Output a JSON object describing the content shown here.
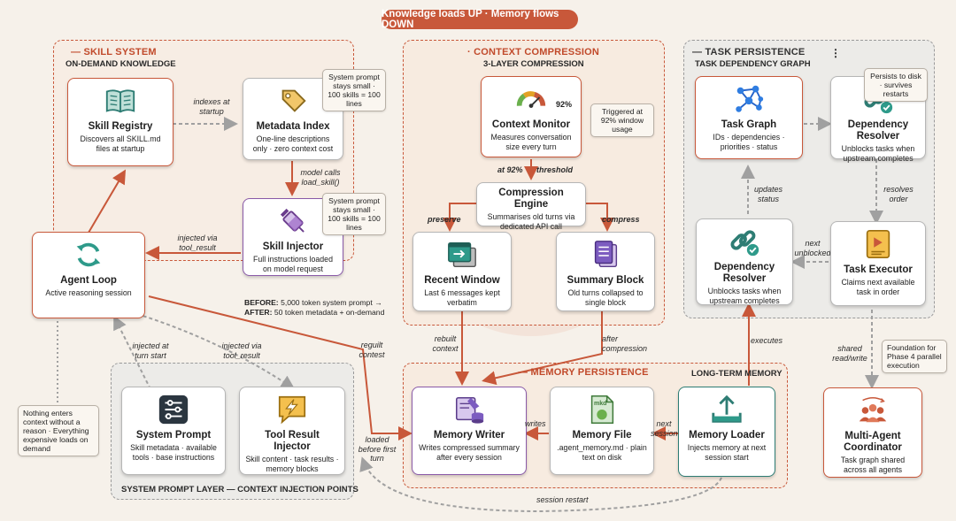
{
  "title": "Knowledge loads UP · Memory flows DOWN",
  "skill_system": {
    "title": "— SKILL SYSTEM",
    "subtitle": "ON-DEMAND KNOWLEDGE",
    "registry": {
      "title": "Skill Registry",
      "desc": "Discovers all SKILL.md files at startup"
    },
    "metadata": {
      "title": "Metadata Index",
      "desc": "One-line descriptions only · zero context cost"
    },
    "injector": {
      "title": "Skill Injector",
      "desc": "Full instructions loaded on model request"
    },
    "note1": "System prompt stays small · 100 skills = 100 lines",
    "note2": "System prompt stays small · 100 skills = 100 lines",
    "indexes_label": "indexes at startup",
    "model_calls_label": "model calls load_skill()",
    "injected_tool_result": "injected via tool_result"
  },
  "agent_loop": {
    "title": "Agent Loop",
    "desc": "Active reasoning session"
  },
  "before_after": {
    "before_label": "BEFORE:",
    "before_text": "5,000 token system prompt →",
    "after_label": "AFTER:",
    "after_text": "50 token metadata + on-demand"
  },
  "context_compression": {
    "title": "· CONTEXT COMPRESSION",
    "subtitle": "3-LAYER COMPRESSION",
    "monitor": {
      "title": "Context Monitor",
      "desc": "Measures conversation size every turn",
      "gauge": "92%"
    },
    "trigger_note": "Triggered at 92% window usage",
    "threshold_a": "at 92%",
    "threshold_b": "threshold",
    "engine": {
      "title": "Compression Engine",
      "desc": "Summarises old turns via dedicated API call"
    },
    "preserve_label": "preserve",
    "compress_label": "compress",
    "recent": {
      "title": "Recent Window",
      "desc": "Last 6 messages kept verbatim"
    },
    "summary": {
      "title": "Summary Block",
      "desc": "Old turns collapsed to single block"
    }
  },
  "task_persistence": {
    "title": "— TASK PERSISTENCE",
    "subtitle": "TASK DEPENDENCY GRAPH",
    "dots": "⋮",
    "graph": {
      "title": "Task Graph",
      "desc": "IDs · dependencies · priorities · status"
    },
    "resolver_top": {
      "title": "Dependency Resolver",
      "desc": "Unblocks tasks when upstream completes"
    },
    "resolver_mid": {
      "title": "Dependency Resolver",
      "desc": "Unblocks tasks when upstream completes"
    },
    "executor": {
      "title": "Task Executor",
      "desc": "Claims next available task in order"
    },
    "persist_note": "Persists to disk · survives restarts",
    "updates_label": "updates status",
    "resolves_label": "resolves order",
    "next_unblocked_label": "next unblocked"
  },
  "memory_persistence": {
    "title": "— MEMORY PERSISTENCE",
    "subtitle": "LONG-TERM MEMORY",
    "writer": {
      "title": "Memory Writer",
      "desc": "Writes compressed summary after every session"
    },
    "file": {
      "title": "Memory File",
      "desc": ".agent_memory.md · plain text on disk",
      "doc_tag": "mkd"
    },
    "loader": {
      "title": "Memory Loader",
      "desc": "Injects memory at next session start"
    },
    "writes_label": "writes",
    "next_session_label": "next session",
    "rebuilt_label": "rebuilt context",
    "after_compression_label": "after compression",
    "executes_label": "executes",
    "loaded_label": "loaded before first turn",
    "session_restart_label": "session restart"
  },
  "multi_agent": {
    "title": "Multi-Agent Coordinator",
    "desc": "Task graph shared across all agents",
    "foundation_note": "Foundation for Phase 4 parallel execution",
    "shared_label": "shared read/write"
  },
  "system_prompt_layer": {
    "title": "SYSTEM PROMPT LAYER — CONTEXT INJECTION POINTS",
    "system_prompt": {
      "title": "System Prompt",
      "desc": "Skill metadata · available tools · base instructions"
    },
    "tool_injector": {
      "title": "Tool Result Injector",
      "desc": "Skill content · task results · memory blocks"
    },
    "injected_turn_start": "injected at turn start",
    "injected_tool_result": "injected via tool_result"
  },
  "result_label": "reguilt contest",
  "nothing_note": "Nothing enters context without a reason · Everything expensive loads on demand",
  "colors": {
    "accent": "#c8583a",
    "teal": "#2e7d74",
    "purple": "#8a5aa8",
    "gold": "#e3a225"
  }
}
